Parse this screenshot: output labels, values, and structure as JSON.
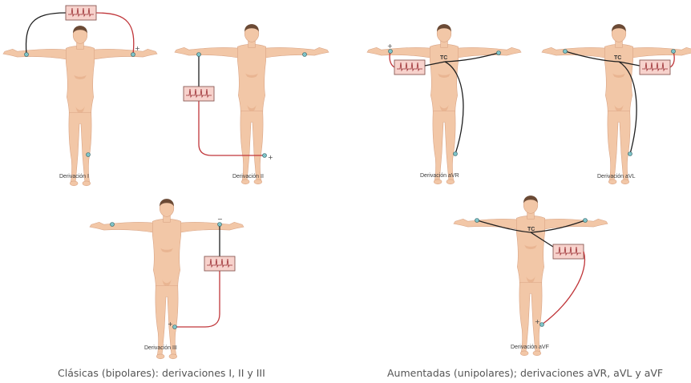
{
  "figure": {
    "panels": [
      {
        "id": "lead-i",
        "label": "Derivación I"
      },
      {
        "id": "lead-ii",
        "label": "Derivación II"
      },
      {
        "id": "lead-iii",
        "label": "Derivación III"
      },
      {
        "id": "lead-avr",
        "label": "Derivación aVR"
      },
      {
        "id": "lead-avl",
        "label": "Derivación aVL"
      },
      {
        "id": "lead-avf",
        "label": "Derivación aVF"
      }
    ],
    "central_terminal_label": "TC",
    "plus_sign": "+",
    "minus_sign": "−",
    "captions": {
      "left": "Clásicas (bipolares): derivaciones I, II y III",
      "right": "Aumentadas (unipolares); derivaciones aVR, aVL y aVF"
    },
    "colors": {
      "skin": "#f2c7a7",
      "negative_wire": "#1f1f1f",
      "positive_wire": "#c0363a",
      "monitor": "#f7d2cc",
      "electrode": "#7ec4c9"
    }
  }
}
